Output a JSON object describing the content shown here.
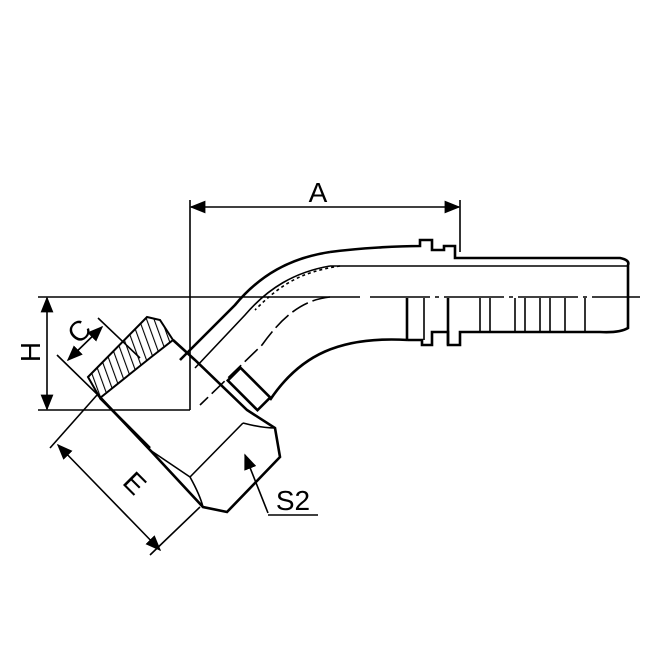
{
  "drawing": {
    "dimensions": {
      "a": "A",
      "h": "H",
      "c": "C",
      "e": "E",
      "s2": "S2"
    },
    "line_color": "#000000",
    "background": "#ffffff"
  }
}
